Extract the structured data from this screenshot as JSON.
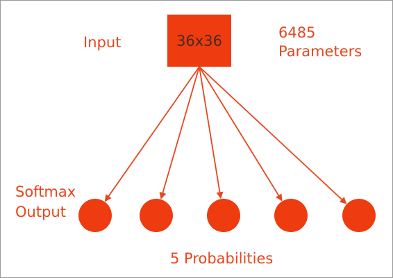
{
  "labels": {
    "input": "Input",
    "params_count": "6485",
    "params_word": "Parameters",
    "softmax": "Softmax",
    "output": "Output",
    "probabilities": "5 Probabilities"
  },
  "input_box": {
    "text": "36x36"
  },
  "output_nodes": 5,
  "colors": {
    "accent": "#e8461e",
    "box": "#ee3b10",
    "box_text": "#4a2a20",
    "border": "#9a9a9a"
  }
}
